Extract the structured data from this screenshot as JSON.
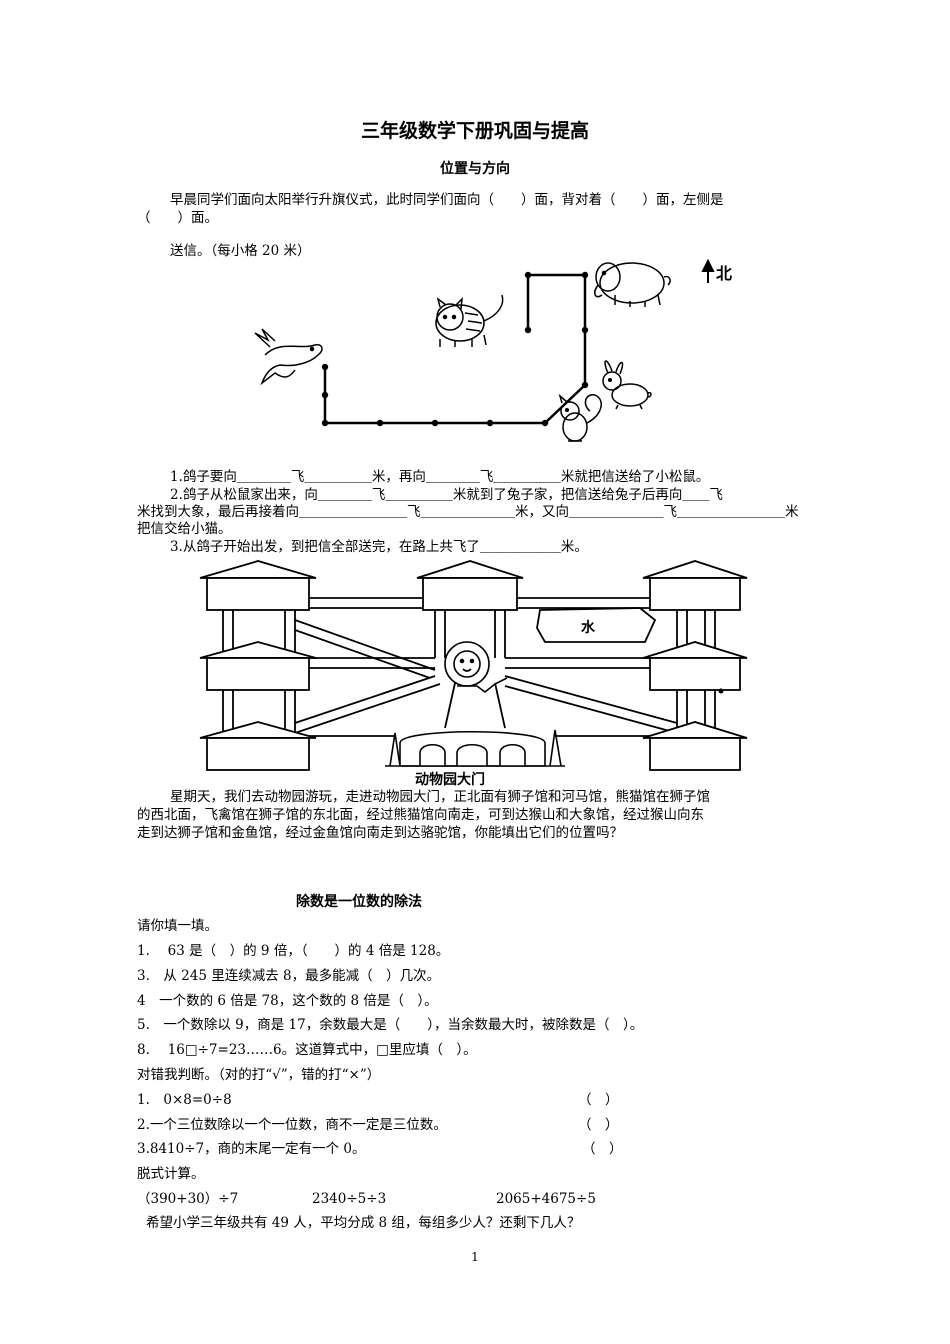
{
  "title": "三年级数学下册巩固与提高",
  "section1": {
    "heading": "位置与方向",
    "intro_line1": "早晨同学们面向太阳举行升旗仪式，此时同学们面向（　　）面，背对着（　　）面，左侧是",
    "intro_line2": "（　　）面。",
    "send_letter": "送信。（每小格 20 米）",
    "north_label": "北",
    "q1": "1.鸽子要向＿＿＿＿飞＿＿＿＿＿米，再向＿＿＿＿飞＿＿＿＿＿米就把信送给了小松鼠。",
    "q2_line1": "2.鸽子从松鼠家出来，向＿＿＿＿飞＿＿＿＿＿米就到了兔子家，把信送给兔子后再向＿＿飞",
    "q2_line2": "米找到大象，最后再接着向＿＿＿＿＿＿＿＿飞＿＿＿＿＿＿＿米，又向＿＿＿＿＿＿＿飞＿＿＿＿＿＿＿＿米",
    "q2_line3": "把信交给小猫。",
    "q3": "3.从鸽子开始出发，到把信全部送完，在路上共飞了＿＿＿＿＿＿米。",
    "zoo_water_label": "水",
    "zoo_gate_label": "动物园大门",
    "zoo_text_line1": "星期天，我们去动物园游玩，走进动物园大门，正北面有狮子馆和河马馆，熊猫馆在狮子馆",
    "zoo_text_line2": "的西北面，飞禽馆在狮子馆的东北面，经过熊猫馆向南走，可到达猴山和大象馆，经过猴山向东",
    "zoo_text_line3": "走到达狮子馆和金鱼馆，经过金鱼馆向南走到达骆驼馆，你能填出它们的位置吗？"
  },
  "section2": {
    "heading": "除数是一位数的除法",
    "fill_heading": "请你填一填。",
    "fill_items": [
      "1.　 63 是（　）的 9 倍，（　　）的 4 倍是 128。",
      "3.　从 245 里连续减去 8，最多能减（　）几次。",
      "4　一个数的 6 倍是 78，这个数的 8 倍是（　）。",
      "5.　一个数除以 9，商是 17，余数最大是（　　），当余数最大时，被除数是（　）。",
      "8.　 16□÷7=23……6。这道算式中，□里应填（　）。"
    ],
    "judge_heading": "对错我判断。（对的打“√”，错的打“×”）",
    "judge_items": [
      {
        "text": "1.　0×8=0÷8",
        "mark": "（　）"
      },
      {
        "text": "2.一个三位数除以一个一位数，商不一定是三位数。",
        "mark": "（　）"
      },
      {
        "text": "3.8410÷7，商的末尾一定有一个 0。",
        "mark": "（　）"
      }
    ],
    "calc_heading": "脱式计算。",
    "calc_items": [
      "（390+30）÷7",
      "2340÷5÷3",
      "2065+4675÷5"
    ],
    "word_problem": "希望小学三年级共有 49 人，平均分成 8 组，每组多少人？还剩下几人？"
  },
  "page_number": "1"
}
